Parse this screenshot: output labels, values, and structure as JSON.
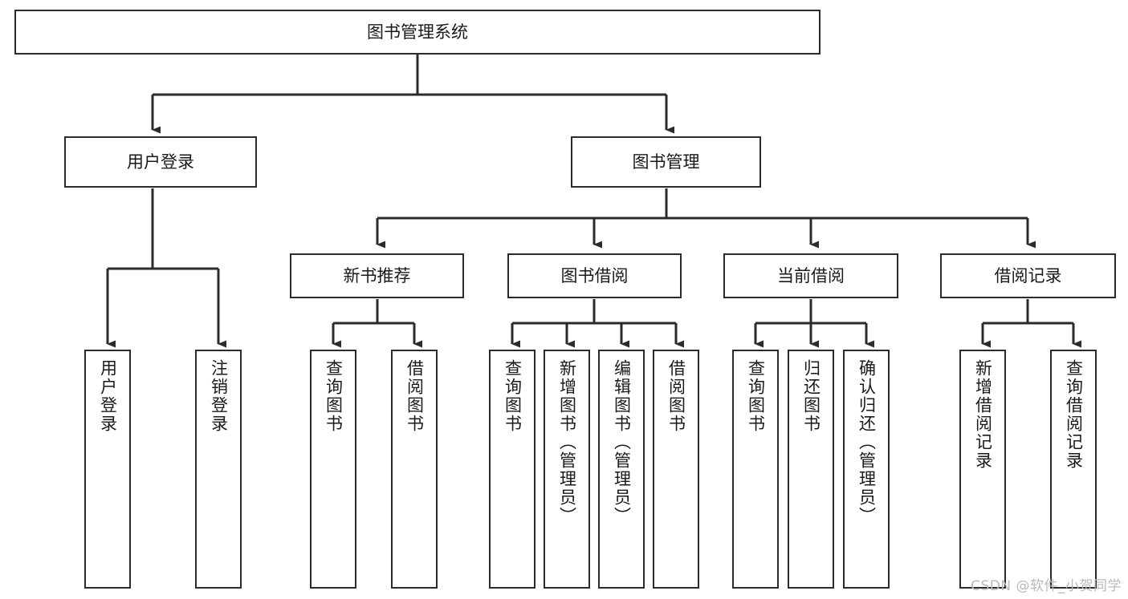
{
  "diagram": {
    "type": "tree",
    "title": "图书管理系统",
    "watermark": "CSDN @软件_小贺同学",
    "colors": {
      "box_border": "#2b2b2b",
      "box_fill": "#ffffff",
      "connector": "#2b2b2b",
      "text": "#1a1a1a",
      "watermark": "#b9b9b9",
      "background": "#ffffff"
    },
    "nodes": {
      "root": {
        "label": "图书管理系统"
      },
      "level2": [
        {
          "label": "用户登录"
        },
        {
          "label": "图书管理"
        }
      ],
      "level3": [
        {
          "label": "新书推荐"
        },
        {
          "label": "图书借阅"
        },
        {
          "label": "当前借阅"
        },
        {
          "label": "借阅记录"
        }
      ],
      "leaves_user_login": [
        {
          "label": "用户登录"
        },
        {
          "label": "注销登录"
        }
      ],
      "leaves_new_book": [
        {
          "label": "查询图书"
        },
        {
          "label": "借阅图书"
        }
      ],
      "leaves_borrow": [
        {
          "label": "查询图书"
        },
        {
          "label": "新增图书（管理员）"
        },
        {
          "label": "编辑图书（管理员）"
        },
        {
          "label": "借阅图书"
        }
      ],
      "leaves_current": [
        {
          "label": "查询图书"
        },
        {
          "label": "归还图书"
        },
        {
          "label": "确认归还（管理员）"
        }
      ],
      "leaves_record": [
        {
          "label": "新增借阅记录"
        },
        {
          "label": "查询借阅记录"
        }
      ]
    }
  }
}
